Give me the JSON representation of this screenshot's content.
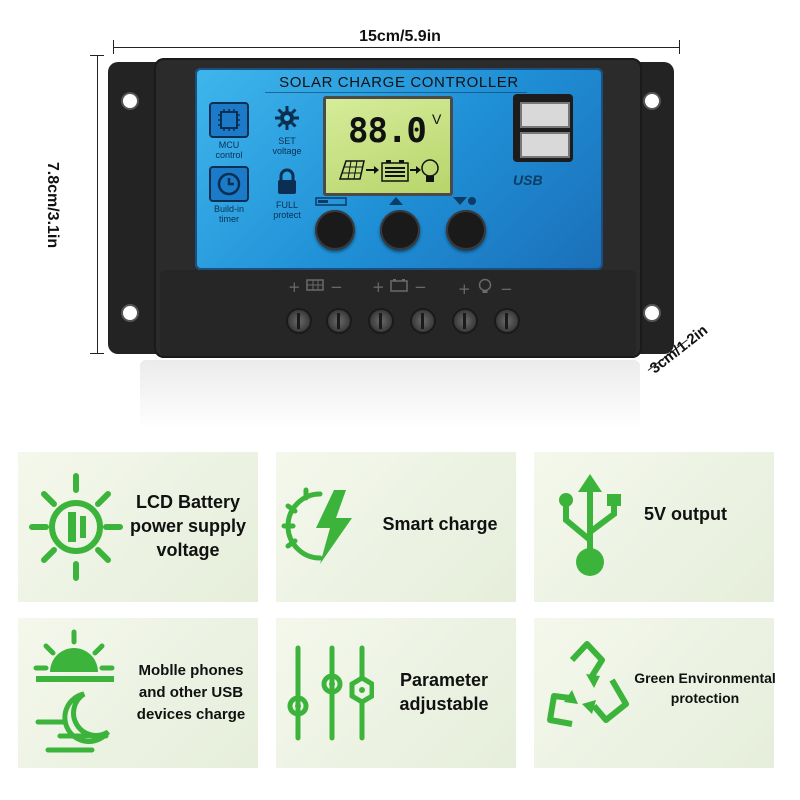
{
  "dimensions": {
    "width": "15cm/5.9in",
    "height": "7.8cm/3.1in",
    "depth": "3cm/1.2in"
  },
  "device": {
    "title": "SOLAR CHARGE CONTROLLER",
    "lcd_value": "88.0",
    "lcd_unit": "V",
    "usb_label": "USB",
    "labels": {
      "mcu": "MCU control",
      "set": "SET voltage",
      "timer": "Build-in timer",
      "protect": "FULL protect"
    },
    "terminals": [
      "+",
      "−",
      "+",
      "−",
      "+",
      "−"
    ]
  },
  "features": [
    {
      "text": "LCD Battery power supply voltage",
      "icon": "lcd-battery-icon"
    },
    {
      "text": "Smart charge",
      "icon": "smart-charge-icon"
    },
    {
      "text": "5V output",
      "icon": "usb-icon"
    },
    {
      "text": "Moblle phones and other USB devices charge",
      "icon": "sunset-moon-icon"
    },
    {
      "text": "Parameter adjustable",
      "icon": "sliders-icon"
    },
    {
      "text": "Green Environmental protection",
      "icon": "recycle-icon"
    }
  ],
  "colors": {
    "accent_green": "#3cb43c",
    "panel_blue": "#2a9ee0",
    "lcd_green": "#c8e283"
  }
}
